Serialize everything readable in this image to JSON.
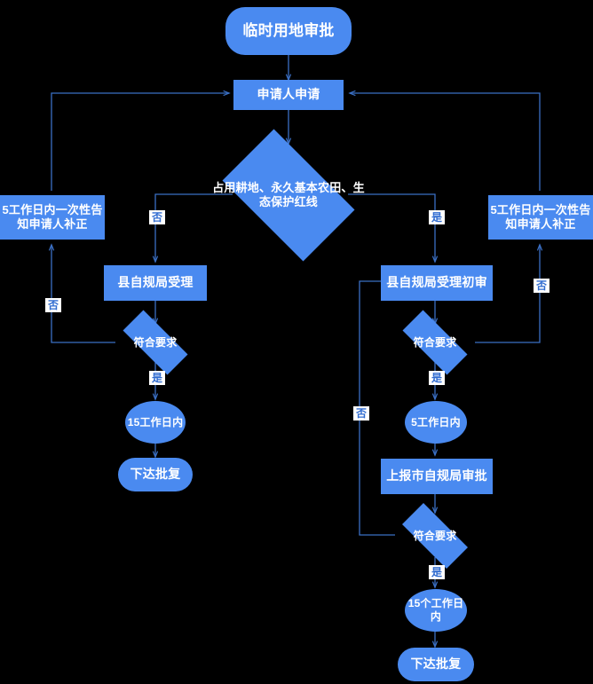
{
  "diagram": {
    "title": "临时用地审批",
    "colors": {
      "node_fill": "#4a8af0",
      "node_text": "#ffffff",
      "edge_line": "#3a6fc4",
      "label_text": "#2f6bd0",
      "label_bg": "#ffffff",
      "background": "#000000"
    },
    "nodes": {
      "start": "临时用地审批",
      "apply": "申请人申请",
      "decision_land": "占用耕地、永久基本农田、生态保护红线",
      "notify_left": "5工作日内一次性告知申请人补正",
      "notify_right": "5工作日内一次性告知申请人补正",
      "county_accept": "县自规局受理",
      "county_check": "符合要求",
      "left_days": "15工作日内",
      "left_reply": "下达批复",
      "county_first_review": "县自规局受理初审",
      "right_check1": "符合要求",
      "right_days5": "5工作日内",
      "report_city": "上报市自规局审批",
      "right_check2": "符合要求",
      "right_days15": "15个工作日内",
      "right_reply": "下达批复"
    },
    "edge_labels": {
      "no_left_branch": "否",
      "yes_right_branch": "是",
      "no_left_loop": "否",
      "yes_left_check": "是",
      "no_right_top_loop": "否",
      "yes_right_check1": "是",
      "no_right_bottom_loop": "否",
      "yes_right_check2": "是"
    }
  }
}
